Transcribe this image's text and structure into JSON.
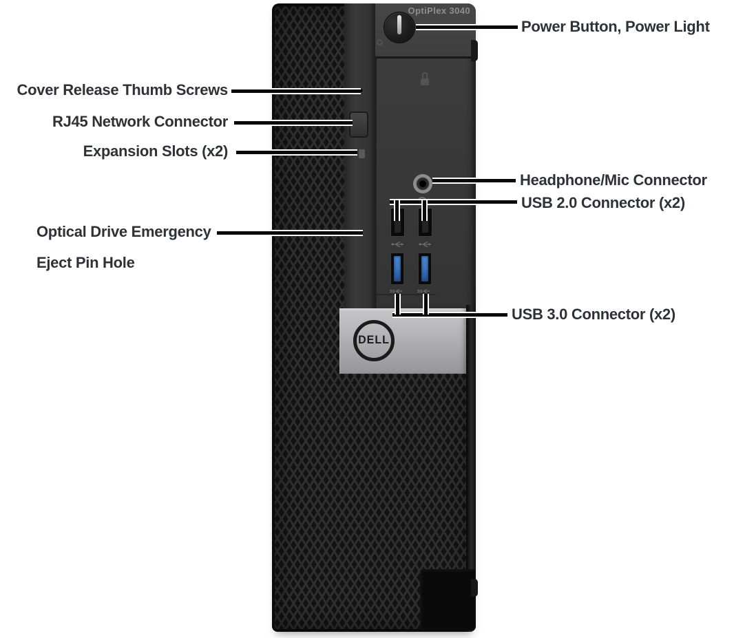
{
  "device": {
    "description": "Dell OptiPlex 3040 small form factor desktop, front panel callout diagram",
    "model_label": "OptiPlex 3040",
    "brand_label": "DELL"
  },
  "callouts": {
    "left": [
      {
        "label": "Cover Release Thumb Screws"
      },
      {
        "label": "RJ45 Network Connector"
      },
      {
        "label": "Expansion Slots (x2)"
      },
      {
        "label_line1": "Optical Drive Emergency",
        "label_line2": "Eject Pin Hole"
      }
    ],
    "right": [
      {
        "label": "Power Button, Power Light"
      },
      {
        "label": "Headphone/Mic Connector"
      },
      {
        "label": "USB 2.0 Connector (x2)"
      },
      {
        "label": "USB 3.0 Connector (x2)"
      }
    ]
  },
  "icons": {
    "power_light": "vertical light bar in power button",
    "padlock": "security lock glyph",
    "headphone": "headphone glyph under audio jack",
    "usb2": "usb trident glyph",
    "usb3": "superspeed usb glyph"
  },
  "colors": {
    "background": "#ffffff",
    "label_text": "#2d3237",
    "callout_line": "#0a0a0a",
    "callout_casing": "#ffffff",
    "panel": "#3a3a3a",
    "mesh_base": "#131313",
    "mesh_line": "#2f2f2f",
    "silver_band": "#b4b4b7",
    "usb3_blue": "#3e78c0",
    "model_text": "#8f8f8f"
  }
}
